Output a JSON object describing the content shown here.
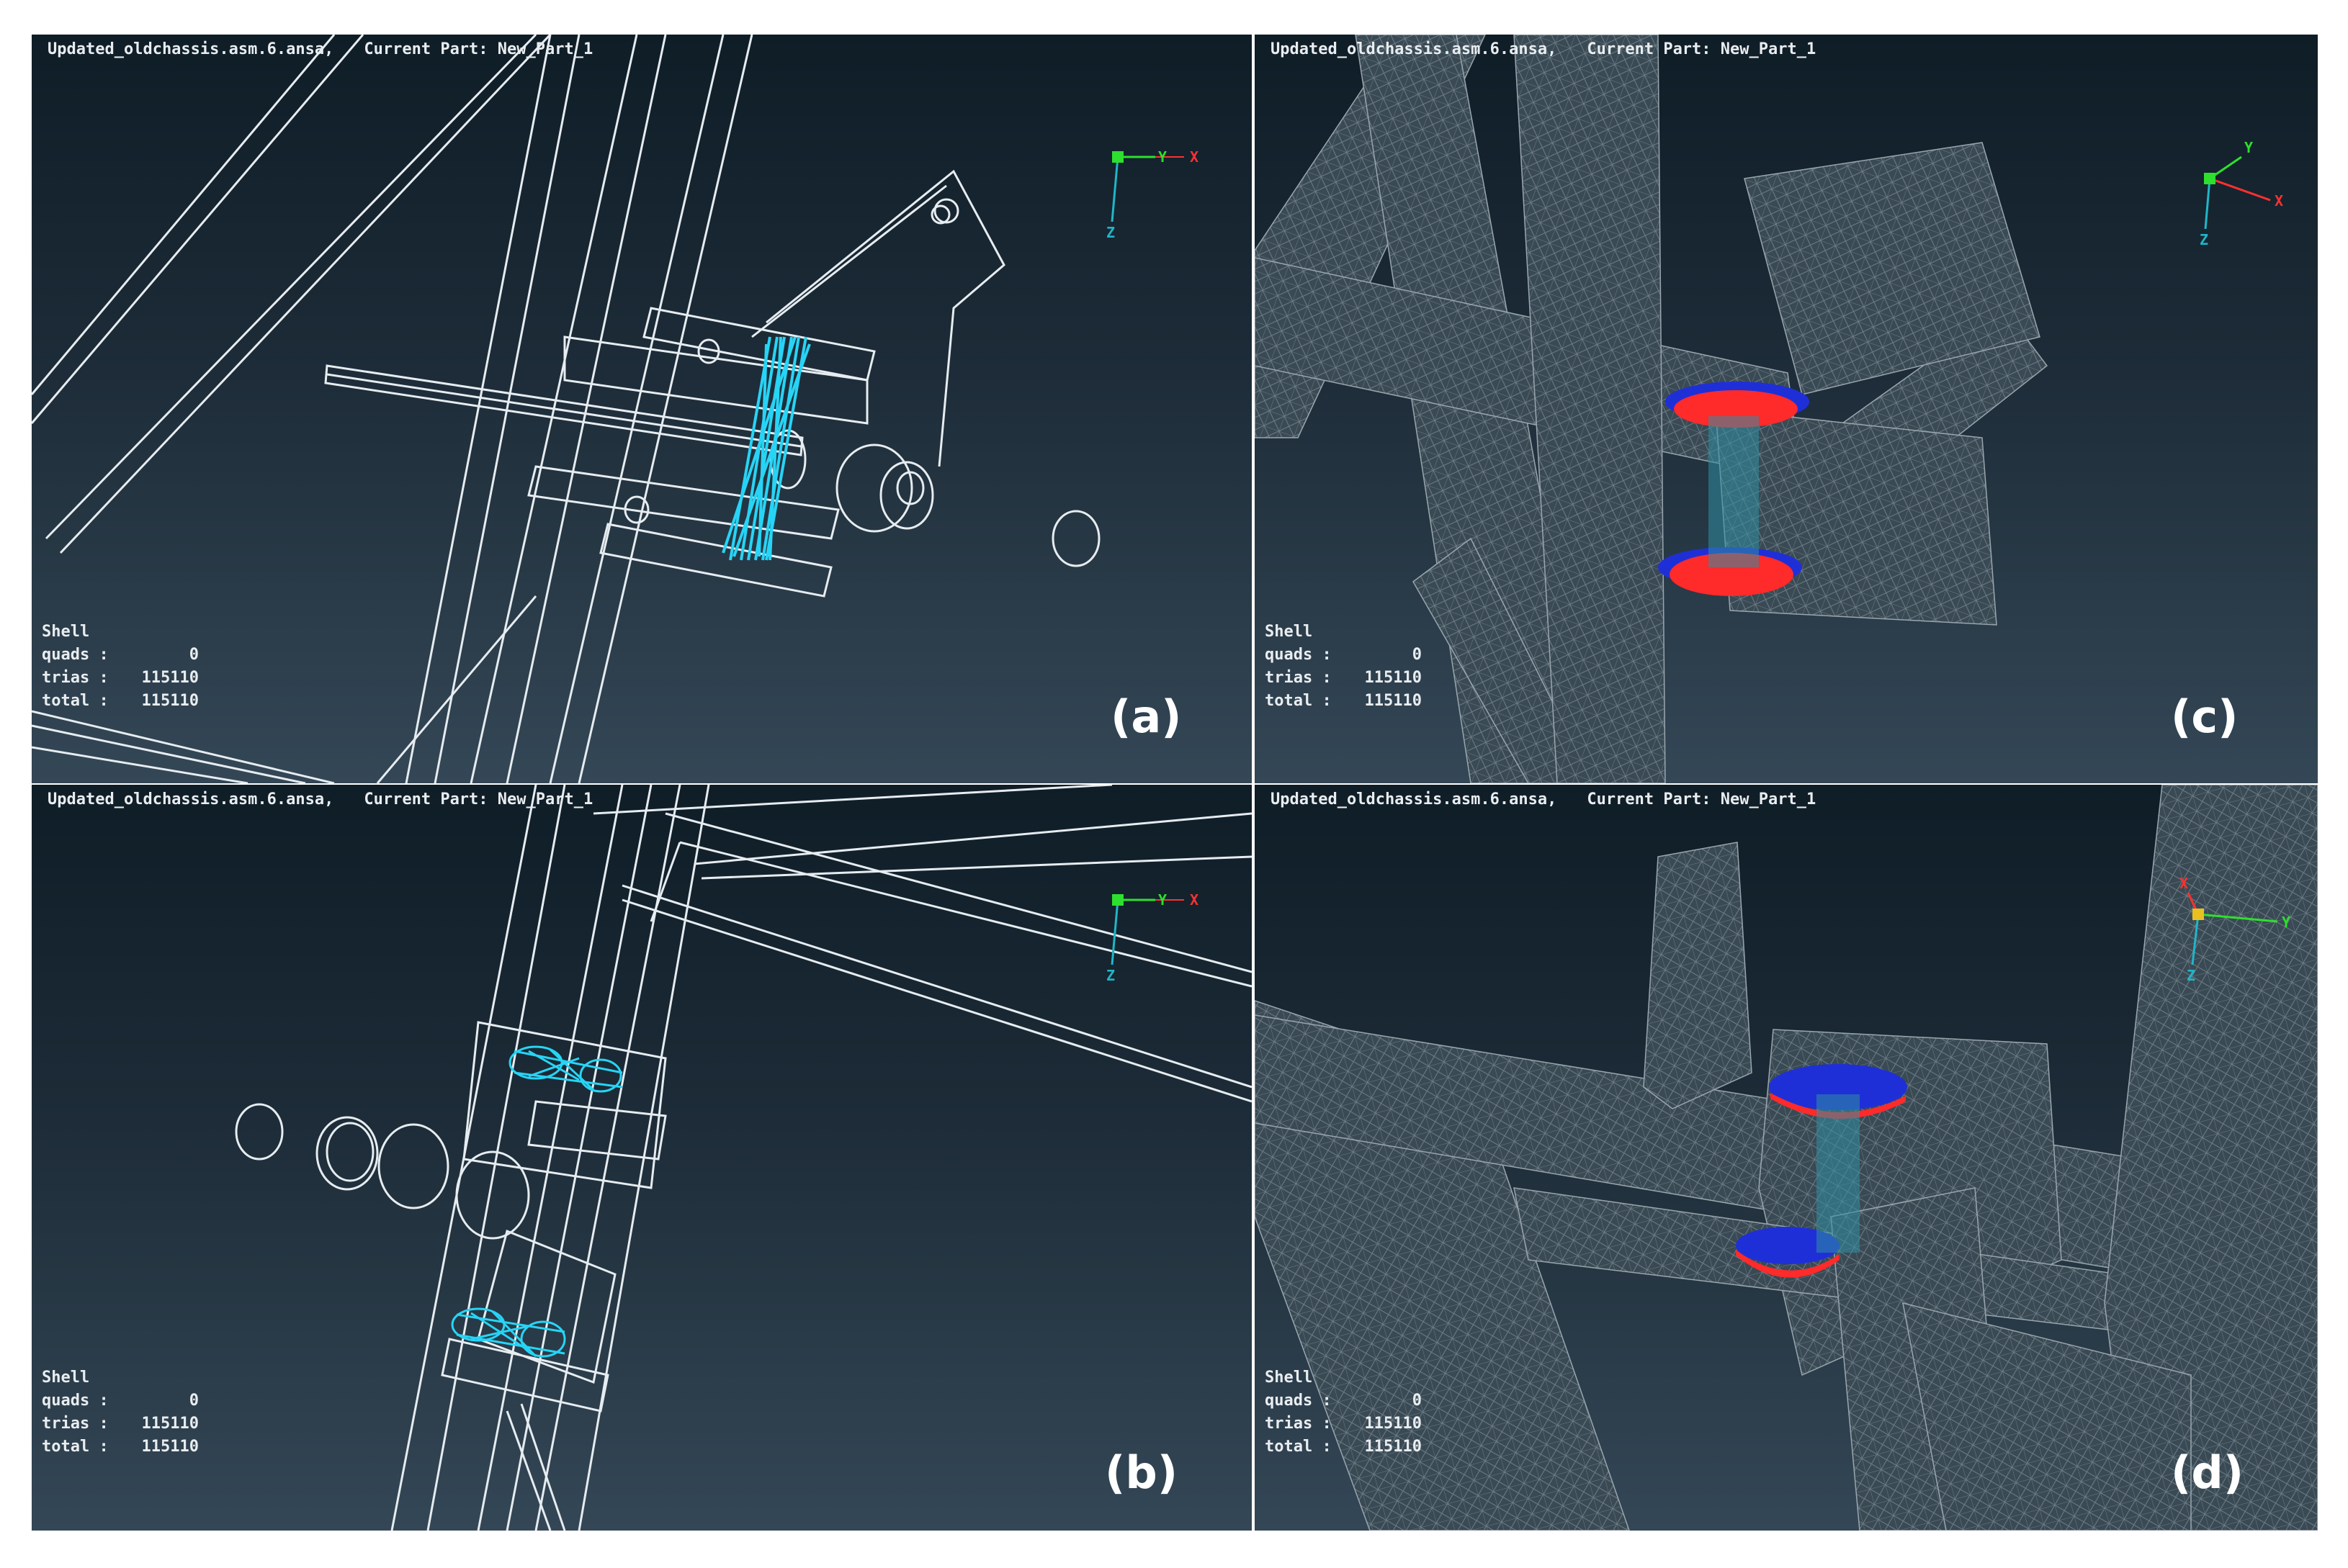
{
  "panels": [
    {
      "id": "a",
      "header_file": "Updated_oldchassis.asm.6.ansa,",
      "header_part": "Current Part: New_Part_1",
      "stats_title": "Shell",
      "stats": [
        {
          "key": "quads :",
          "value": "0"
        },
        {
          "key": "trias :",
          "value": "115110"
        },
        {
          "key": "total :",
          "value": "115110"
        }
      ],
      "label": "(a)",
      "axes": [
        "Y",
        "X",
        "Z"
      ]
    },
    {
      "id": "c",
      "header_file": "Updated_oldchassis.asm.6.ansa,",
      "header_part": "Current Part: New_Part_1",
      "stats_title": "Shell",
      "stats": [
        {
          "key": "quads :",
          "value": "0"
        },
        {
          "key": "trias :",
          "value": "115110"
        },
        {
          "key": "total :",
          "value": "115110"
        }
      ],
      "label": "(c)",
      "axes": [
        "Y",
        "X",
        "Z"
      ]
    },
    {
      "id": "b",
      "header_file": "Updated_oldchassis.asm.6.ansa,",
      "header_part": "Current Part: New_Part_1",
      "stats_title": "Shell",
      "stats": [
        {
          "key": "quads :",
          "value": "0"
        },
        {
          "key": "trias :",
          "value": "115110"
        },
        {
          "key": "total :",
          "value": "115110"
        }
      ],
      "label": "(b)",
      "axes": [
        "Y",
        "X",
        "Z"
      ]
    },
    {
      "id": "d",
      "header_file": "Updated_oldchassis.asm.6.ansa,",
      "header_part": "Current Part: New_Part_1",
      "stats_title": "Shell",
      "stats": [
        {
          "key": "quads :",
          "value": "0"
        },
        {
          "key": "trias :",
          "value": "115110"
        },
        {
          "key": "total :",
          "value": "115110"
        }
      ],
      "label": "(d)",
      "axes": [
        "Y",
        "X",
        "Z"
      ]
    }
  ],
  "colors": {
    "wire": "#e6ecf0",
    "bolt": "#27d4f5",
    "mesh": "#7d8b93",
    "contact_red": "#ff2a2a",
    "contact_blue": "#1f2fd8",
    "axis_x": "#ff3030",
    "axis_y": "#2de02d",
    "axis_z": "#20b6c8"
  }
}
